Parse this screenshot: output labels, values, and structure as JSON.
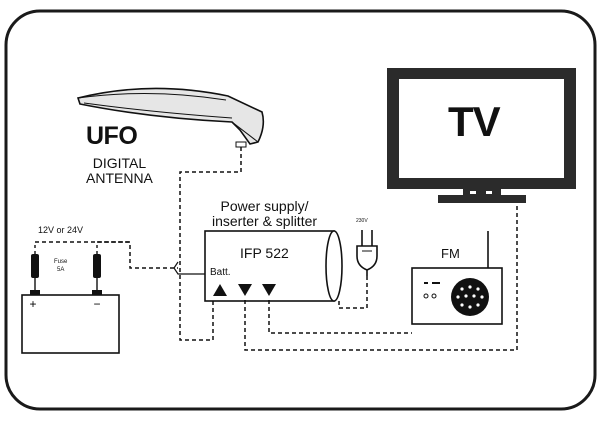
{
  "antenna": {
    "title": "UFO",
    "subtitle": "DIGITAL\nANTENNA"
  },
  "tv": {
    "label": "TV"
  },
  "power_supply": {
    "caption": "Power supply/\ninserter & splitter",
    "model": "IFP 522",
    "battery_port": "Batt."
  },
  "battery": {
    "voltage": "12V or 24V",
    "fuse": "Fuse\n5A",
    "plus": "+",
    "minus": "−"
  },
  "mains": {
    "voltage": "230V"
  },
  "radio": {
    "label": "FM"
  },
  "colors": {
    "frame": "#1a1a1a",
    "line": "#111111",
    "tv_body": "#2b2b2b",
    "antenna_fill": "#e6e6e6"
  }
}
